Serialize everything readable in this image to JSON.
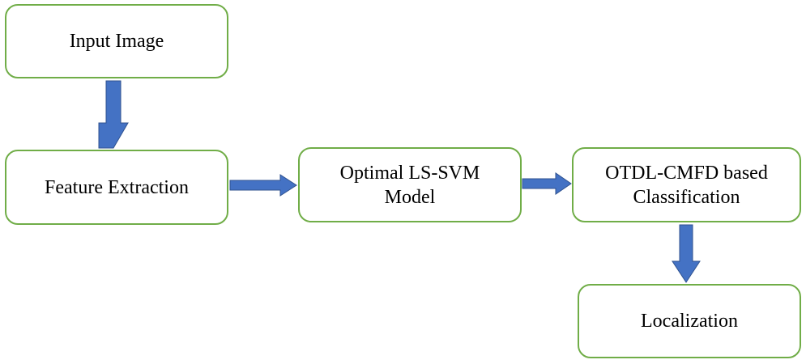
{
  "colors": {
    "box_border": "#70ad47",
    "arrow_fill": "#4472c4",
    "arrow_stroke": "#2f528f",
    "text": "#000000"
  },
  "nodes": {
    "input_image": {
      "label": "Input Image"
    },
    "feature_extraction": {
      "label": "Feature Extraction"
    },
    "svm": {
      "line1": "Optimal LS-SVM",
      "line2": "Model"
    },
    "otdl": {
      "line1": "OTDL-CMFD based",
      "line2": "Classification"
    },
    "localization": {
      "label": "Localization"
    }
  },
  "edges": [
    {
      "from": "input_image",
      "to": "feature_extraction",
      "direction": "down"
    },
    {
      "from": "feature_extraction",
      "to": "svm",
      "direction": "right"
    },
    {
      "from": "svm",
      "to": "otdl",
      "direction": "right"
    },
    {
      "from": "otdl",
      "to": "localization",
      "direction": "down"
    }
  ]
}
